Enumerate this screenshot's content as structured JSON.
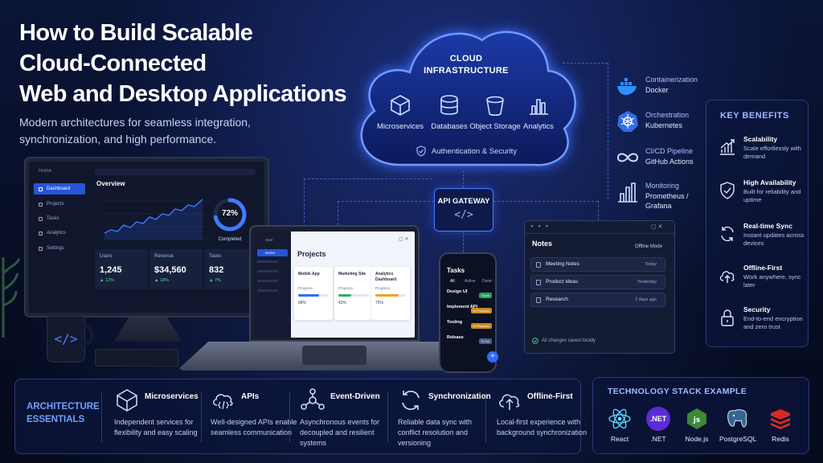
{
  "title_lines": [
    "How to Build Scalable",
    "Cloud-Connected",
    "Web and Desktop Applications"
  ],
  "subtitle": "Modern architectures for seamless integration, synchronization, and high performance.",
  "cloud": {
    "title_line1": "CLOUD",
    "title_line2": "INFRASTRUCTURE",
    "services": [
      "Microservices",
      "Databases",
      "Object Storage",
      "Analytics"
    ],
    "auth": "Authentication & Security"
  },
  "api_gateway": {
    "label": "API GATEWAY",
    "code": "</>"
  },
  "tools": [
    {
      "name": "Containerization",
      "value": "Docker",
      "icon": "docker-icon"
    },
    {
      "name": "Orchestration",
      "value": "Kubernetes",
      "icon": "kubernetes-icon"
    },
    {
      "name": "CI/CD Pipeline",
      "value": "GitHub Actions",
      "icon": "infinity-icon"
    },
    {
      "name": "Monitoring",
      "value": "Prometheus / Grafana",
      "icon": "bar-chart-icon"
    }
  ],
  "key_benefits": {
    "title": "KEY BENEFITS",
    "items": [
      {
        "name": "Scalability",
        "desc": "Scale effortlessly with demand"
      },
      {
        "name": "High Availability",
        "desc": "Built for reliability and uptime"
      },
      {
        "name": "Real-time Sync",
        "desc": "Instant updates across devices"
      },
      {
        "name": "Offline-First",
        "desc": "Work anywhere, sync later"
      },
      {
        "name": "Security",
        "desc": "End-to-end encryption and zero trust"
      }
    ]
  },
  "monitor": {
    "home": "Home",
    "nav": [
      "Dashboard",
      "Projects",
      "Tasks",
      "Analytics",
      "Settings"
    ],
    "overview": "Overview",
    "ring_value": 72,
    "ring_label": "72%",
    "ring_caption": "Completed",
    "stats": [
      {
        "label": "Users",
        "value": "1,245",
        "change": "▲ 12%"
      },
      {
        "label": "Revenue",
        "value": "$34,560",
        "change": "▲ 18%"
      },
      {
        "label": "Tasks",
        "value": "832",
        "change": "▲ 7%"
      }
    ]
  },
  "laptop": {
    "nav": [
      "Start",
      "Home"
    ],
    "heading": "Projects",
    "projects": [
      {
        "name": "Mobile App",
        "progress_label": "Progress",
        "value": "68%",
        "fill": 0.68,
        "color": "#2f6bff"
      },
      {
        "name": "Marketing Site",
        "progress_label": "Progress",
        "value": "42%",
        "fill": 0.42,
        "color": "#28b463"
      },
      {
        "name": "Analytics Dashboard",
        "progress_label": "Progress",
        "value": "75%",
        "fill": 0.75,
        "color": "#f0a020"
      }
    ]
  },
  "phone": {
    "title": "Tasks",
    "filters": [
      "All",
      "Active",
      "Done"
    ],
    "tasks": [
      {
        "name": "Design UI",
        "status": "Done",
        "color": "#27a35a"
      },
      {
        "name": "Implement API",
        "status": "In Progress",
        "color": "#c98a1a"
      },
      {
        "name": "Testing",
        "status": "In Progress",
        "color": "#c98a1a"
      },
      {
        "name": "Release",
        "status": "To Do",
        "color": "#4a5a8a"
      }
    ],
    "fab": "+"
  },
  "notes_window": {
    "title": "Notes",
    "mode": "Offline Mode",
    "notes": [
      {
        "name": "Meeting Notes",
        "time": "Today"
      },
      {
        "name": "Product Ideas",
        "time": "Yesterday"
      },
      {
        "name": "Research",
        "time": "2 days ago"
      }
    ],
    "footer": "All changes saved locally"
  },
  "architecture": {
    "title_line1": "ARCHITECTURE",
    "title_line2": "ESSENTIALS",
    "items": [
      {
        "name": "Microservices",
        "desc": "Independent services for flexibility and easy scaling"
      },
      {
        "name": "APIs",
        "desc": "Well-designed APIs enable seamless communication"
      },
      {
        "name": "Event-Driven",
        "desc": "Asynchronous events for decoupled and resilient systems"
      },
      {
        "name": "Synchronization",
        "desc": "Reliable data sync with conflict resolution and versioning"
      },
      {
        "name": "Offline-First",
        "desc": "Local-first experience with background synchronization"
      }
    ]
  },
  "tech_stack": {
    "title": "TECHNOLOGY STACK EXAMPLE",
    "items": [
      {
        "name": "React",
        "color": "#0d1a3a"
      },
      {
        "name": ".NET",
        "color": "#5b2bd6"
      },
      {
        "name": "Node.js",
        "color": "#2a4a1e"
      },
      {
        "name": "PostgreSQL",
        "color": "#0d1a3a"
      },
      {
        "name": "Redis",
        "color": "#c8281e"
      }
    ]
  },
  "colors": {
    "accent": "#2f6bff",
    "glow": "#4f7cff",
    "success": "#4bd48a"
  }
}
